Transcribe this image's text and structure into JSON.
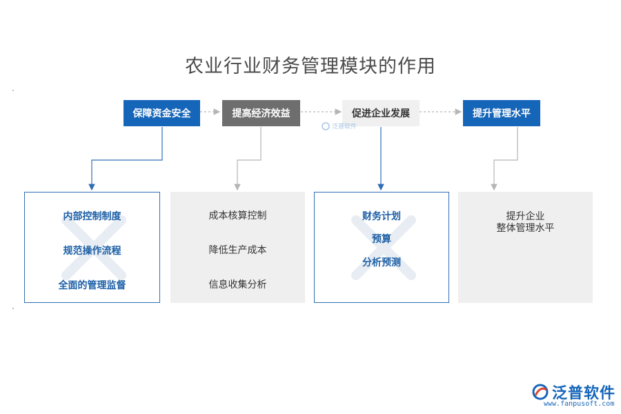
{
  "title": "农业行业财务管理模块的作用",
  "top_boxes": [
    {
      "label": "保障资金安全",
      "style": "blue"
    },
    {
      "label": "提高经济效益",
      "style": "gray"
    },
    {
      "label": "促进企业发展",
      "style": "light"
    },
    {
      "label": "提升管理水平",
      "style": "blue"
    }
  ],
  "panels": [
    {
      "style": "outline",
      "items": [
        "内部控制制度",
        "规范操作流程",
        "全面的管理监督"
      ]
    },
    {
      "style": "fill",
      "items": [
        "成本核算控制",
        "降低生产成本",
        "信息收集分析"
      ]
    },
    {
      "style": "outline",
      "items": [
        "财务计划",
        "预算",
        "分析预测"
      ]
    },
    {
      "style": "fill",
      "items": [
        "提升企业",
        "整体管理水平"
      ]
    }
  ],
  "watermark": "泛普软件",
  "logo": {
    "name": "泛普软件",
    "url": "www.fanpusoft.com"
  },
  "colors": {
    "blue": "#1565b8",
    "gray_box": "#6e6e6e",
    "light_box": "#f0f0f0",
    "connector_blue": "#2f6db5",
    "connector_gray": "#b5b5b5"
  }
}
